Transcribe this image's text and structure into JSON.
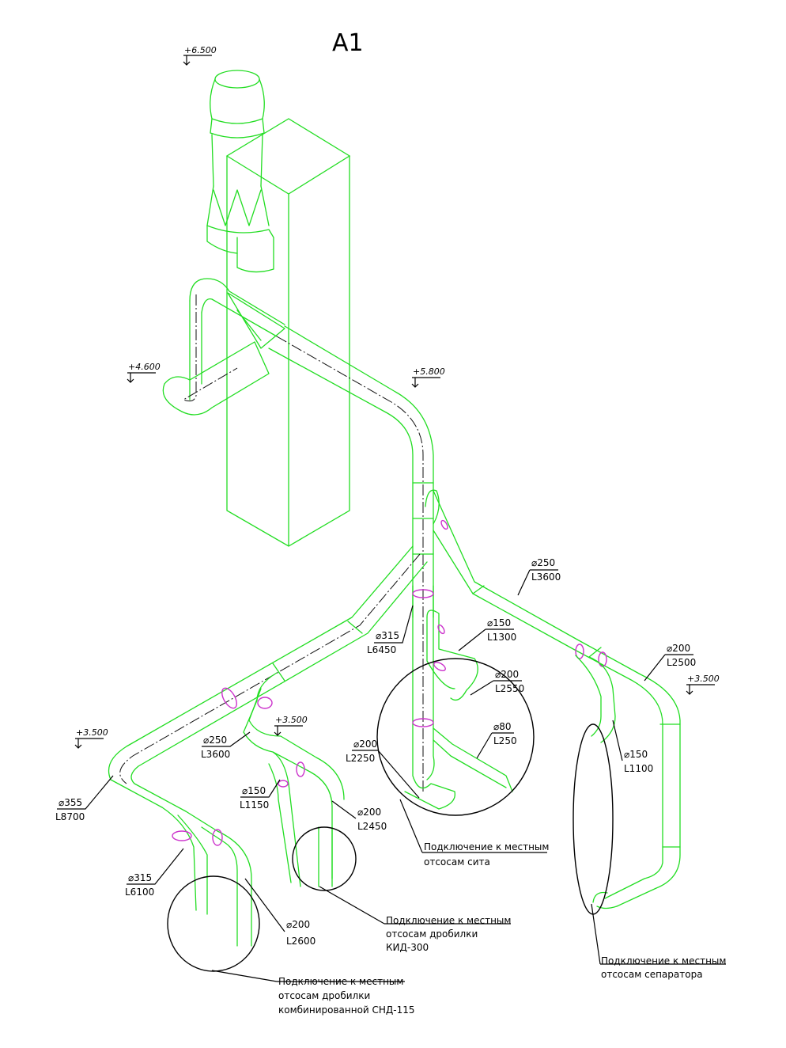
{
  "sheet_title": "A1",
  "levels": {
    "top": "+6.500",
    "left": "+4.600",
    "main": "+5.800",
    "left_end": "+3.500",
    "middle": "+3.500",
    "right": "+3.500"
  },
  "pipe_labels": {
    "d250_right": {
      "d": "⌀250",
      "len": "L3600"
    },
    "d150_sito": {
      "d": "⌀150",
      "len": "L1300"
    },
    "d200_sito": {
      "d": "⌀200",
      "len": "L2550"
    },
    "d200_right": {
      "d": "⌀200",
      "len": "L2500"
    },
    "d315_main": {
      "d": "⌀315",
      "len": "L6450"
    },
    "d80": {
      "d": "⌀80",
      "len": "L250"
    },
    "d200_main": {
      "d": "⌀200",
      "len": "L2250"
    },
    "d150_sep": {
      "d": "⌀150",
      "len": "L1100"
    },
    "d250_mid": {
      "d": "⌀250",
      "len": "L3600"
    },
    "d150_mid": {
      "d": "⌀150",
      "len": "L1150"
    },
    "d200_mid": {
      "d": "⌀200",
      "len": "L2450"
    },
    "d355": {
      "d": "⌀355",
      "len": "L8700"
    },
    "d315_left": {
      "d": "⌀315",
      "len": "L6100"
    },
    "d200_left": {
      "d": "⌀200",
      "len": "L2600"
    }
  },
  "notes": {
    "sito": [
      "Подключение к местным",
      "отсосам сита"
    ],
    "kid": [
      "Подключение к местным",
      "отсосам дробилки",
      "КИД-300"
    ],
    "snd": [
      "Подключение к местным",
      "отсосам дробилки",
      "комбинированной СНД-115"
    ],
    "separator": [
      "Подключение к местным",
      "отсосам сепаратора"
    ]
  },
  "colors": {
    "pipe": "#22dd22",
    "joint": "#cc33cc",
    "text": "#000000"
  }
}
